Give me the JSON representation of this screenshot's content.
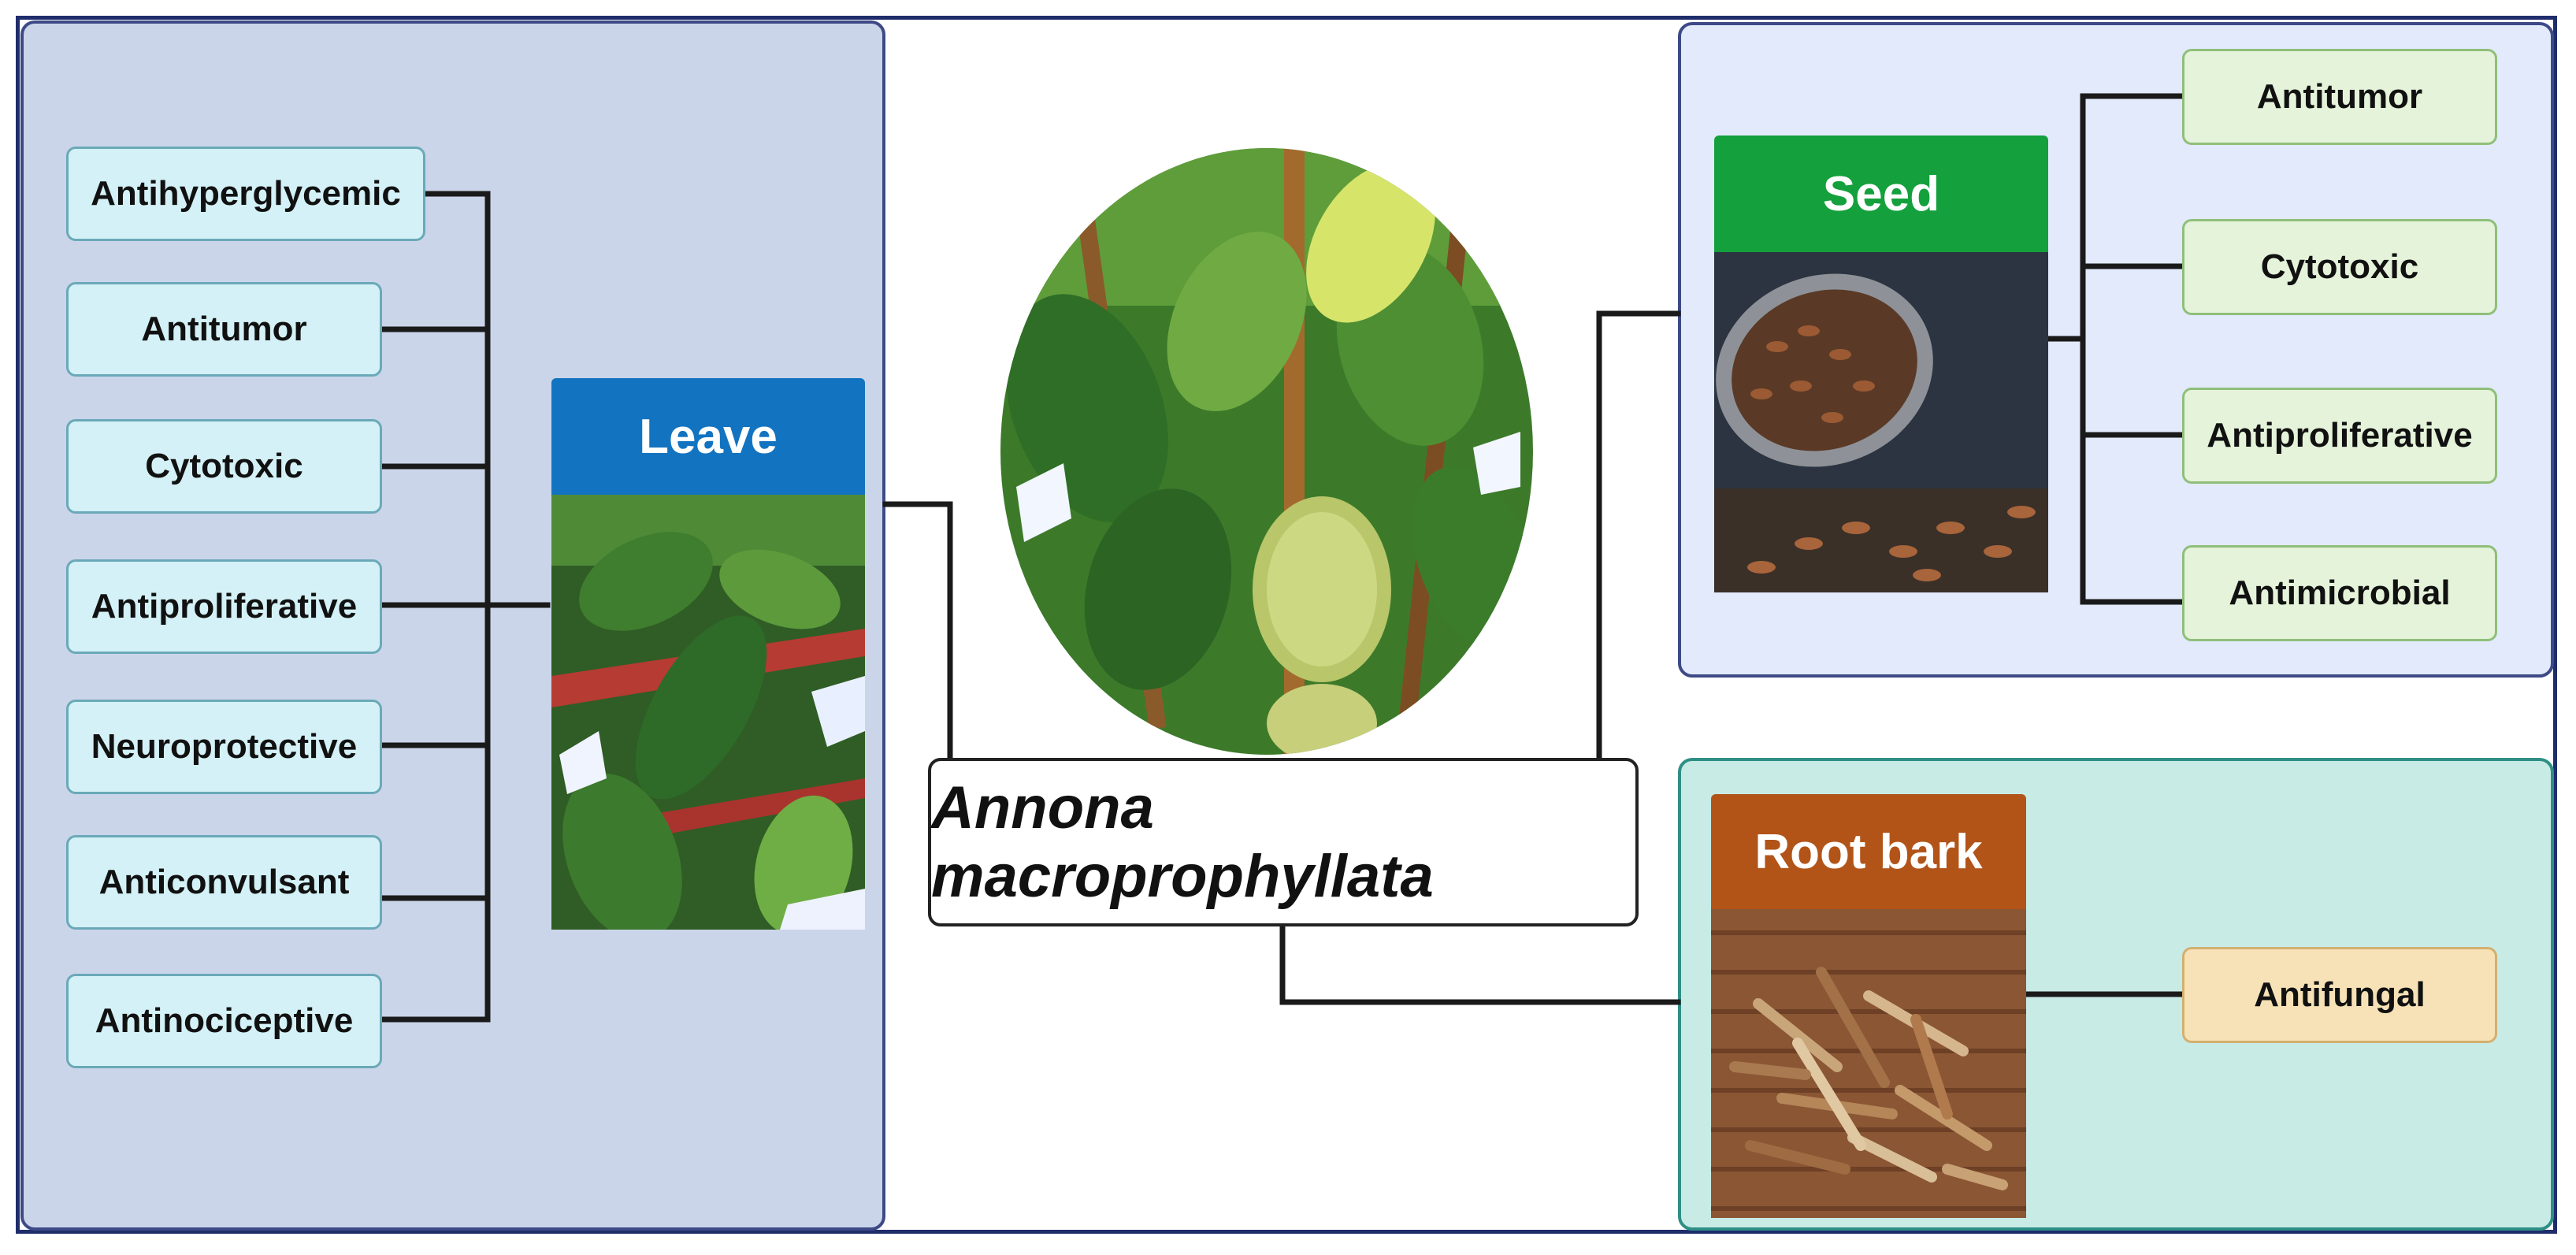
{
  "center": {
    "label": "Annona macroprophyllata"
  },
  "leave": {
    "title": "Leave",
    "activities": [
      "Antihyperglycemic",
      "Antitumor",
      "Cytotoxic",
      "Antiproliferative",
      "Neuroprotective",
      "Anticonvulsant",
      "Antinociceptive"
    ]
  },
  "seed": {
    "title": "Seed",
    "activities": [
      "Antitumor",
      "Cytotoxic",
      "Antiproliferative",
      "Antimicrobial"
    ]
  },
  "root_bark": {
    "title": "Root bark",
    "activities": [
      "Antifungal"
    ]
  },
  "colors": {
    "leave_panel": "#cbd5ea",
    "seed_panel": "#e2eafb",
    "root_panel": "#c8ebe6",
    "leave_header": "#1273c0",
    "seed_header": "#14a03c",
    "root_header": "#b25418",
    "leave_pill": "#d3f1f6",
    "seed_pill": "#e4f3d9",
    "root_pill": "#f6e2b6",
    "frame": "#1f2d6b",
    "connector": "#1a1a1a"
  },
  "icons": [
    "leaf-photo",
    "seed-photo",
    "root-bark-photo",
    "fruit-tree-photo"
  ]
}
